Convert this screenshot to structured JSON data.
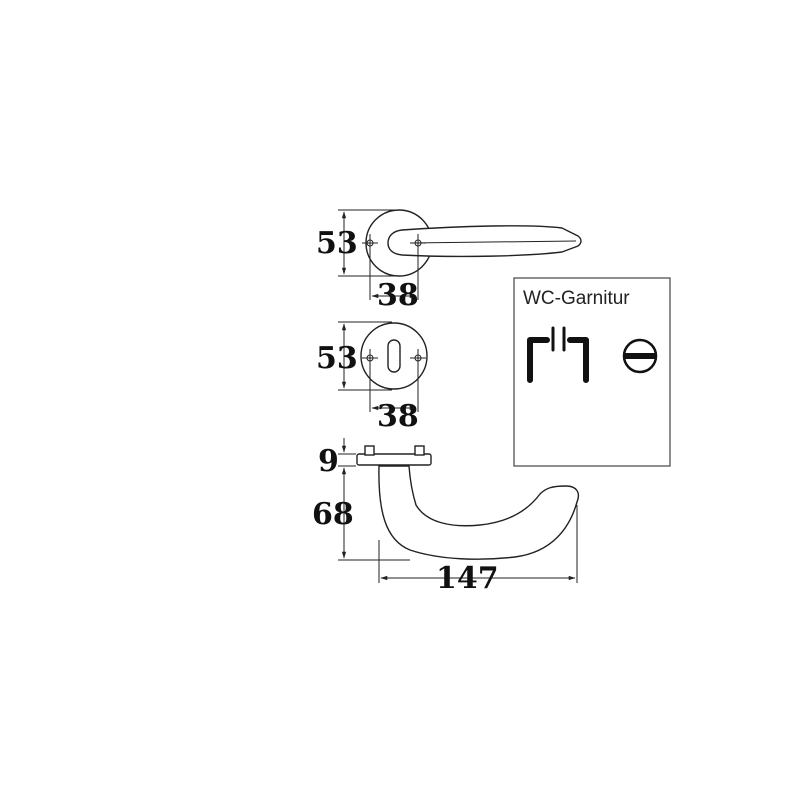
{
  "dimensions": {
    "rose_top_height": "53",
    "rose_top_width": "38",
    "escutcheon_height": "53",
    "escutcheon_width": "38",
    "rose_thickness": "9",
    "handle_drop": "68",
    "handle_length": "147"
  },
  "wc_box": {
    "title": "WC-Garnitur",
    "icons": [
      "wc-lever-pair-icon",
      "slot-turn-icon"
    ]
  },
  "colors": {
    "line": "#222222",
    "background": "#ffffff"
  }
}
